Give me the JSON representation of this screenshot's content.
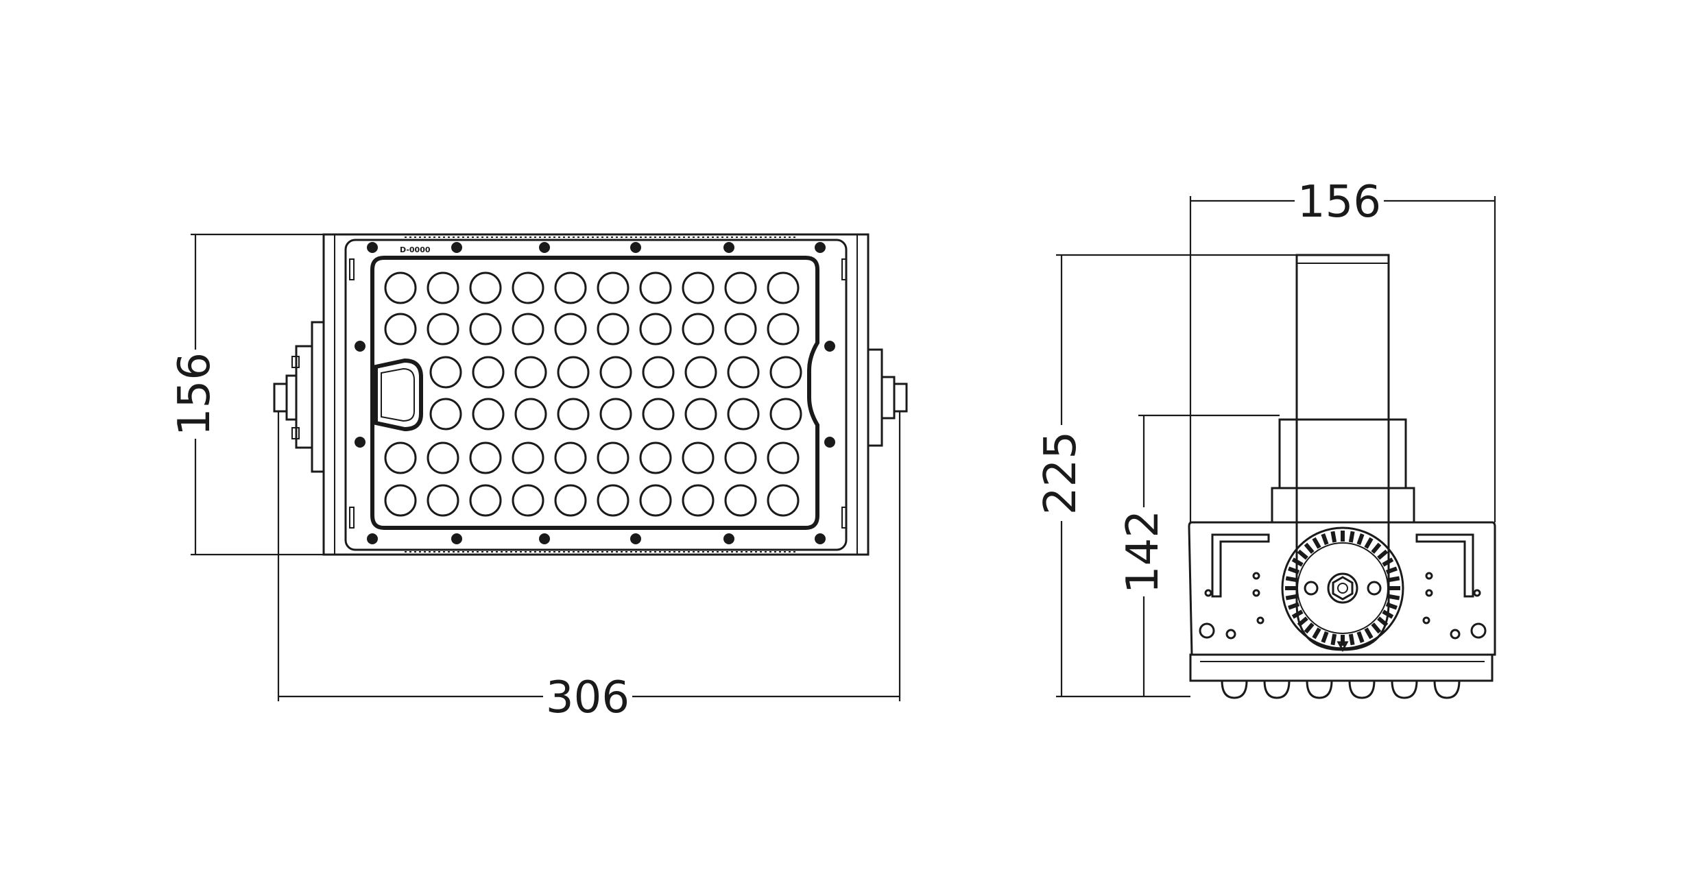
{
  "front_view": {
    "width_label": "306",
    "height_label": "156",
    "plate_marking": "D-0000",
    "led_rows": [
      10,
      10,
      9,
      9,
      10,
      10
    ]
  },
  "side_view": {
    "width_label": "156",
    "overall_height_label": "225",
    "body_height_label": "142"
  },
  "colors": {
    "line": "#1a1a1a",
    "background": "#ffffff"
  }
}
